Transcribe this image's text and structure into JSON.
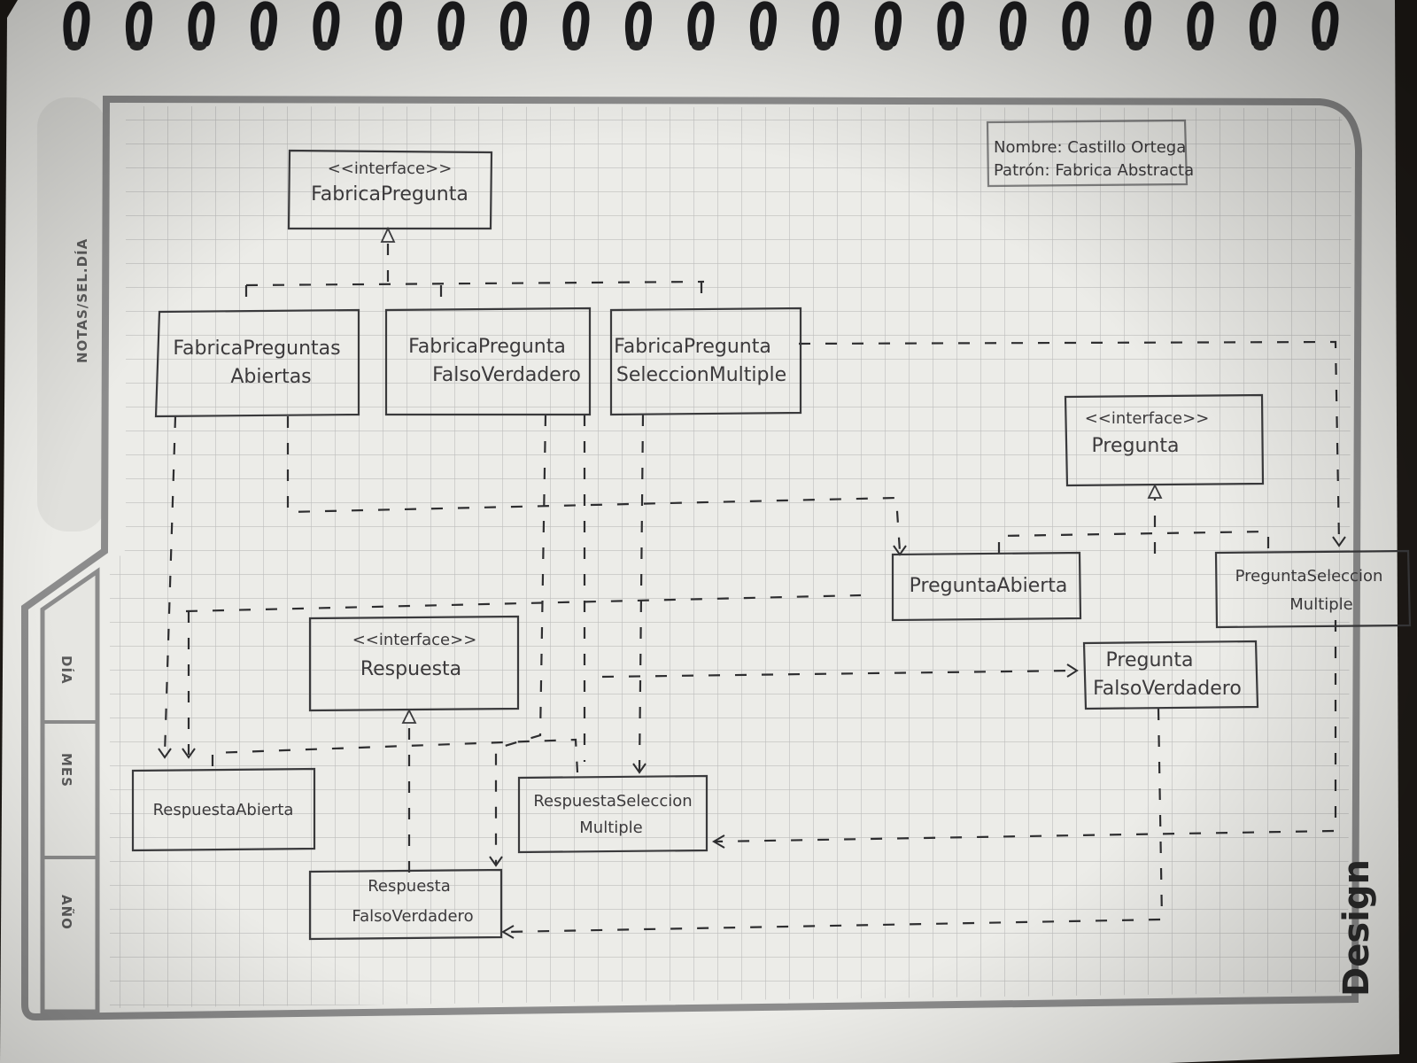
{
  "notebook": {
    "header_label": "NOTAS/SEL.DÍA",
    "tabs": [
      "DÍA",
      "MES",
      "AÑO"
    ],
    "brand": "Design"
  },
  "corner_note": {
    "line1": "Nombre: Castillo Ortega",
    "line2": "Patrón: Fabrica Abstracta"
  },
  "classes": {
    "fabrica_pregunta": {
      "stereotype": "<<interface>>",
      "name": "FabricaPregunta"
    },
    "fabrica_abiertas": {
      "line1": "FabricaPreguntas",
      "line2": "Abiertas"
    },
    "fabrica_falso": {
      "line1": "FabricaPregunta",
      "line2": "FalsoVerdadero"
    },
    "fabrica_seleccion": {
      "line1": "FabricaPregunta",
      "line2": "SeleccionMultiple"
    },
    "pregunta": {
      "stereotype": "<<interface>>",
      "name": "Pregunta"
    },
    "pregunta_abierta": {
      "name": "PreguntaAbierta"
    },
    "pregunta_seleccion": {
      "line1": "PreguntaSeleccion",
      "line2": "Multiple"
    },
    "pregunta_falso": {
      "line1": "Pregunta",
      "line2": "FalsoVerdadero"
    },
    "respuesta": {
      "stereotype": "<<interface>>",
      "name": "Respuesta"
    },
    "respuesta_abierta": {
      "name": "RespuestaAbierta"
    },
    "respuesta_seleccion": {
      "line1": "RespuestaSeleccion",
      "line2": "Multiple"
    },
    "respuesta_falso": {
      "line1": "Respuesta",
      "line2": "FalsoVerdadero"
    }
  },
  "colors": {
    "paper": "#ecece8",
    "grid": "#bdbdbc",
    "pencil": "#3a3a3c",
    "frame": "#8c8c8c"
  }
}
